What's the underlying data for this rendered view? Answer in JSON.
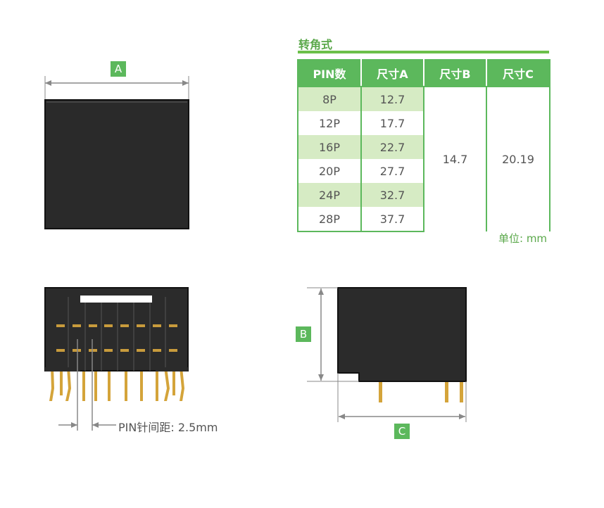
{
  "table": {
    "title": "转角式",
    "headers": [
      "PIN数",
      "尺寸A",
      "尺寸B",
      "尺寸C"
    ],
    "rows": [
      {
        "pins": "8P",
        "a": "12.7"
      },
      {
        "pins": "12P",
        "a": "17.7"
      },
      {
        "pins": "16P",
        "a": "22.7"
      },
      {
        "pins": "20P",
        "a": "27.7"
      },
      {
        "pins": "24P",
        "a": "32.7"
      },
      {
        "pins": "28P",
        "a": "37.7"
      }
    ],
    "size_b": "14.7",
    "size_c": "20.19",
    "unit": "单位: mm"
  },
  "labels": {
    "a": "A",
    "b": "B",
    "c": "C",
    "pin_pitch": "PIN针间距: 2.5mm"
  },
  "colors": {
    "accent": "#5cb85c",
    "stripe": "#d6ebc4",
    "body": "#2a2a2a",
    "pin": "#d4a43a"
  }
}
